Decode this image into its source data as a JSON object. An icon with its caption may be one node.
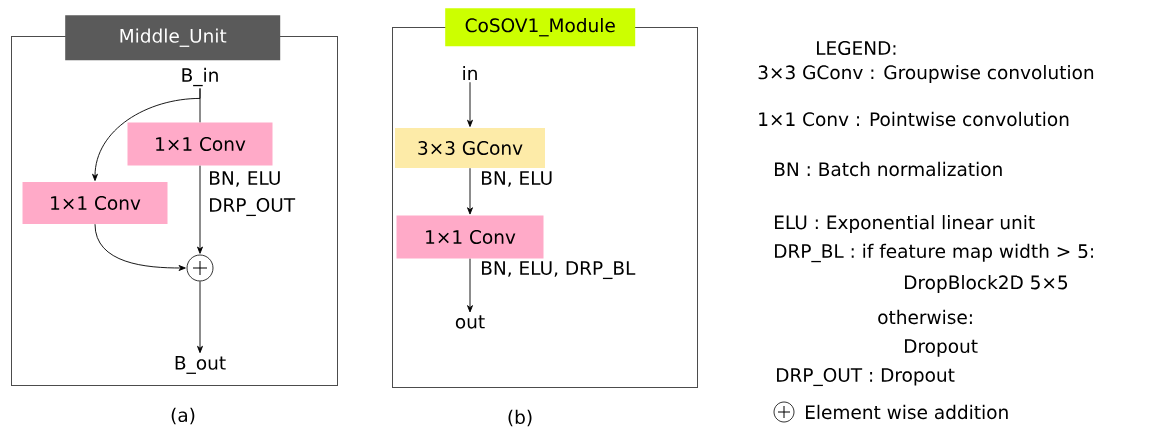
{
  "diagram": {
    "nodes": [
      {
        "text": [
          "Middle_Unit"
        ],
        "beside": [
          "(a)"
        ]
      },
      {
        "text": [
          "B_in"
        ],
        "in": 0
      },
      {
        "text": [
          "1×1 Conv"
        ],
        "in": 0
      },
      {
        "text": [
          "1×1 Conv"
        ],
        "in": 0
      },
      {
        "text": [],
        "shape": "circle",
        "in": 0
      },
      {
        "text": [
          "B_out"
        ],
        "in": 0
      },
      {
        "text": [
          "CoSOV1_Module"
        ],
        "beside": [
          "(b)"
        ]
      },
      {
        "text": [
          "in"
        ],
        "in": 6
      },
      {
        "text": [
          "3×3 GConv"
        ],
        "in": 6
      },
      {
        "text": [
          "1×1 Conv"
        ],
        "in": 6
      },
      {
        "text": [
          "out"
        ],
        "in": 6
      }
    ],
    "edges": [
      {
        "from": 1,
        "to": 2,
        "arrow": "none"
      },
      {
        "from": 1,
        "to": 3,
        "arrow": "to"
      },
      {
        "from": 2,
        "to": 4,
        "arrow": "to",
        "label": "BN, ELU DRP_OUT"
      },
      {
        "from": 3,
        "to": 4,
        "arrow": "to"
      },
      {
        "from": 4,
        "to": 5,
        "arrow": "to"
      },
      {
        "from": 7,
        "to": 8,
        "arrow": "to"
      },
      {
        "from": 8,
        "to": 9,
        "arrow": "to",
        "label": "BN, ELU"
      },
      {
        "from": 9,
        "to": 10,
        "arrow": "to",
        "label": "BN, ELU, DRP_BL"
      }
    ],
    "labels": [
      "LEGEND:",
      "3×3 GConv : Groupwise convolution",
      "1×1 Conv : Pointwise convolution",
      "BN : Batch normalization",
      "ELU : Exponential linear unit",
      "DRP_BL : if feature map width > 5:",
      "DropBlock2D 5×5",
      "otherwise:",
      "Dropout",
      "DRP_OUT : Dropout"
    ],
    "legend": [
      {
        "text": "Element wise addition"
      }
    ]
  }
}
